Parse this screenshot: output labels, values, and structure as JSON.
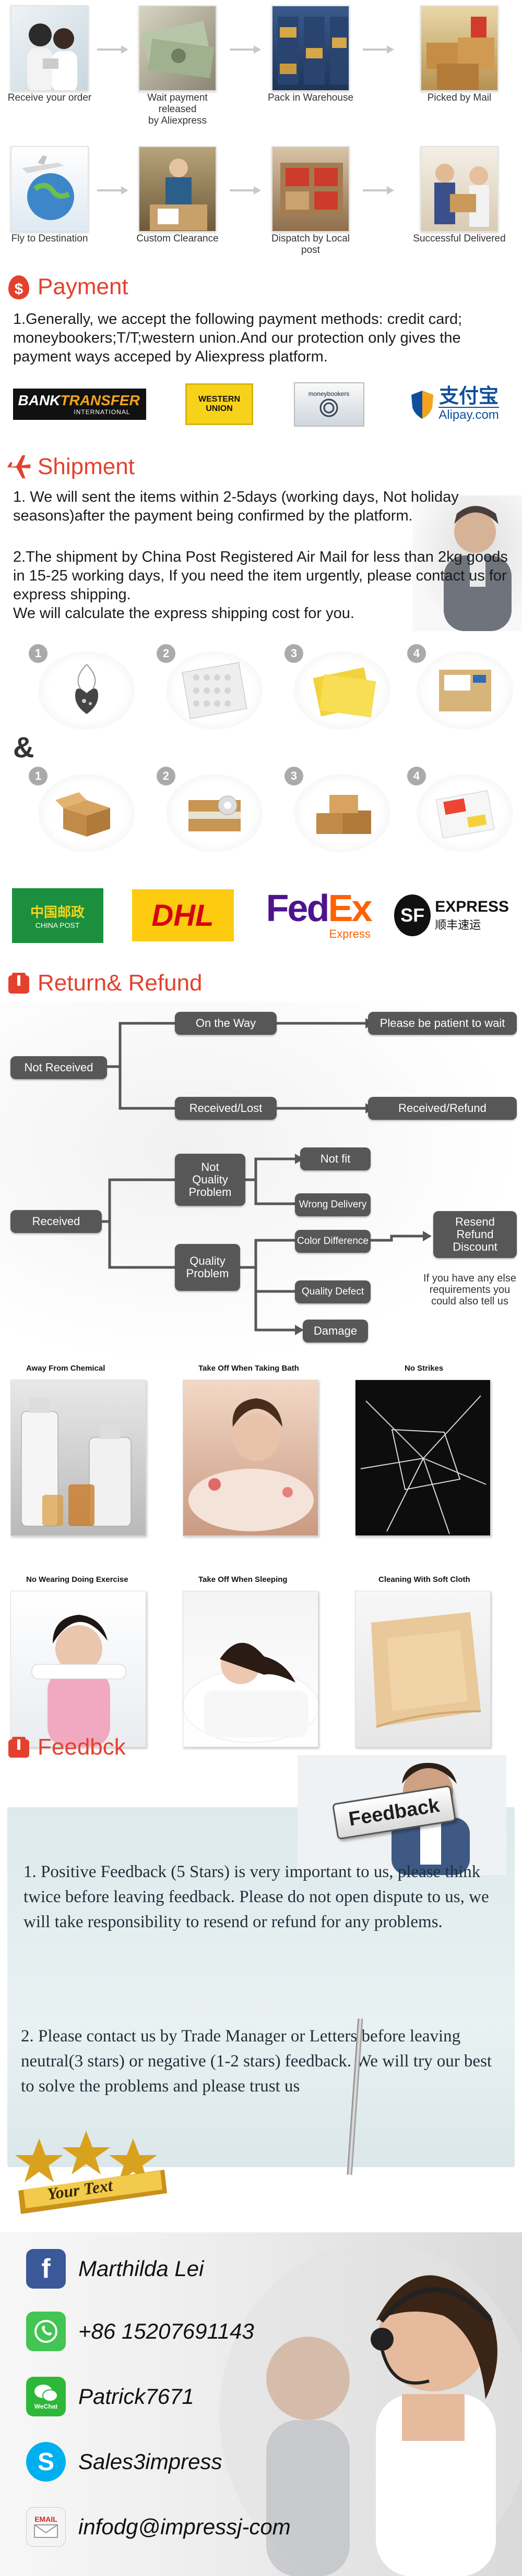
{
  "process": {
    "row1": [
      "Receive your order",
      "Wait payment released\nby Aliexpress",
      "Pack in Warehouse",
      "Picked by Mail"
    ],
    "row2": [
      "Fly to Destination",
      "Custom Clearance",
      "Dispatch by Local post",
      "Successful Delivered"
    ]
  },
  "payment": {
    "title": "Payment",
    "text": "1.Generally, we accept the following payment methods: credit card; moneybookers;T/T;western union.And our protection only gives the payment ways acceped by Aliexpress platform.",
    "logos": {
      "bank_main": "BANK",
      "bank_accent": "TRANSFER",
      "bank_sub": "INTERNATIONAL",
      "wu_line1": "WESTERN",
      "wu_line2": "UNION",
      "mb": "moneybookers",
      "alipay_cn": "支付宝",
      "alipay_en": "Alipay.com"
    }
  },
  "shipment": {
    "title": "Shipment",
    "p1": "1. We will sent the items within 2-5days (working days, Not holiday seasons)after the payment being confirmed by the platform.",
    "p2": "2.The shipment by China Post Registered Air Mail for less than  2kg goods in 15-25 working days, If  you need the item urgently, please contact us for express shipping.",
    "p3": "We will calculate the express shipping cost for you.",
    "amp": "&",
    "pack_nums_row1": [
      "1",
      "2",
      "3",
      "4"
    ],
    "pack_nums_row2": [
      "1",
      "2",
      "3",
      "4"
    ],
    "carriers": {
      "chinapost_cn": "中国邮政",
      "chinapost_en": "CHINA POST",
      "dhl": "DHL",
      "fedex_fed": "Fed",
      "fedex_ex": "Ex",
      "fedex_sub": "Express",
      "sf_logo": "SF",
      "sf_en": "EXPRESS",
      "sf_cn": "顺丰速运"
    }
  },
  "refund": {
    "title": "Return& Refund",
    "not_received": "Not Received",
    "on_the_way": "On the Way",
    "be_patient": "Please be patient to wait",
    "received_lost": "Received/Lost",
    "received_refund": "Received/Refund",
    "received": "Received",
    "not_quality": "Not\nQuality\nProblem",
    "quality": "Quality\nProblem",
    "not_fit": "Not fit",
    "wrong_delivery": "Wrong Delivery",
    "color_difference": "Color Difference",
    "quality_defect": "Quality Defect",
    "damage": "Damage",
    "resend": "Resend\nRefund\nDiscount",
    "note": "If you have any else\nrequirements you\ncould also tell us"
  },
  "care": [
    "Away From Chemical",
    "Take Off When Taking Bath",
    "No  Strikes",
    "No Wearing Doing Exercise",
    "Take Off When Sleeping",
    "Cleaning With Soft Cloth"
  ],
  "feedback": {
    "title": "Feedbck",
    "badge": "Feedback",
    "p1": "1. Positive Feedback (5 Stars) is very important to us, please think twice before leaving feedback. Please do not open dispute to us,   we will take responsibility to resend or refund for any problems.",
    "p2": "2. Please contact us by Trade Manager or Letters before leaving neutral(3 stars) or negative (1-2 stars) feedback. We will try our best to solve the problems and please trust us",
    "your_text": "Your Text"
  },
  "contact": {
    "name": "Marthilda Lei",
    "phone": "+86 15207691143",
    "wechat": "Patrick7671",
    "skype": "Sales3impress",
    "email": "infodg@impressj-com",
    "wechat_label": "WeChat",
    "email_label": "EMAIL"
  }
}
